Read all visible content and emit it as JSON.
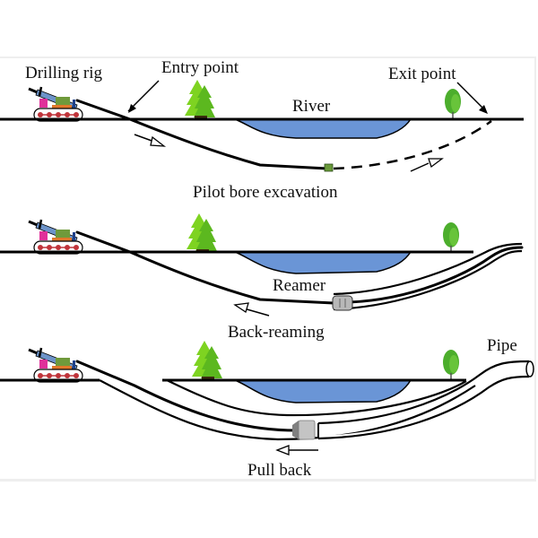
{
  "figure": {
    "title": "Horizontal directional drilling process",
    "colors": {
      "river": "#6a95d6",
      "tree_light": "#7ed321",
      "tree_dark": "#3f9a1c",
      "rig_body": "#f0e8e8",
      "rig_wheel": "#c0343a",
      "rig_pink": "#e0309a",
      "rig_green": "#6f9a3b",
      "rig_orange": "#e0782a",
      "rig_mast": "#6d94c9",
      "reamer": "#b8b8b8",
      "drill_head": "#6a9a3a"
    },
    "stages": [
      {
        "name": "Pilot bore excavation",
        "labels": {
          "rig": "Drilling rig",
          "entry": "Entry point",
          "exit": "Exit point",
          "river": "River",
          "caption": "Pilot bore excavation"
        }
      },
      {
        "name": "Back-reaming",
        "labels": {
          "tool": "Reamer",
          "caption": "Back-reaming"
        }
      },
      {
        "name": "Pull back",
        "labels": {
          "pipe": "Pipe",
          "caption": "Pull back"
        }
      }
    ]
  }
}
